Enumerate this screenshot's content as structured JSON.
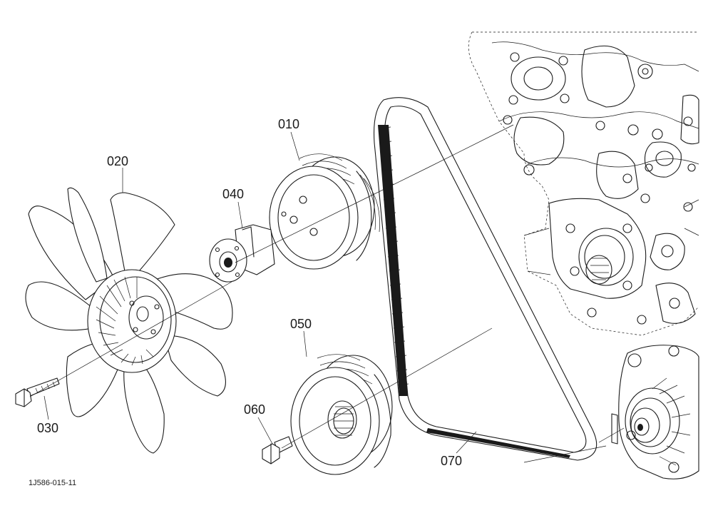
{
  "callouts": {
    "p010": "010",
    "p020": "020",
    "p030": "030",
    "p040": "040",
    "p050": "050",
    "p060": "060",
    "p070": "070"
  },
  "figure_ref": "1J586-015-11"
}
